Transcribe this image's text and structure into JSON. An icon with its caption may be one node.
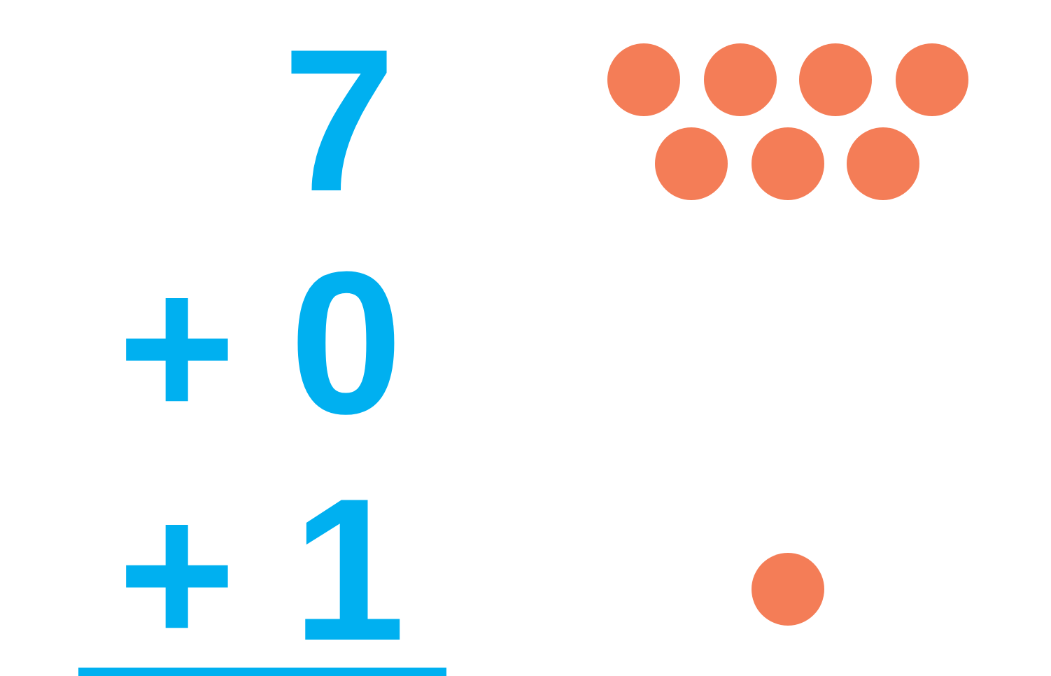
{
  "diagram": {
    "labels": [
      "7",
      "+",
      "0",
      "+",
      "1"
    ]
  }
}
